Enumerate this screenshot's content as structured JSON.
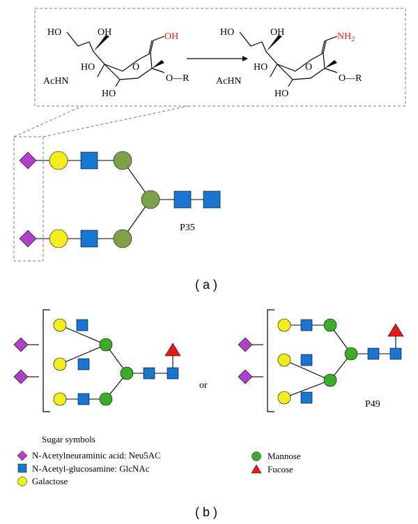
{
  "colors": {
    "neu5ac": "#b040c8",
    "glcnac": "#1a75d2",
    "galactose": "#f3ee1a",
    "mannose_a": "#7da24a",
    "mannose_b": "#3bae28",
    "fucose": "#e31a1a",
    "red_text": "#e0201b"
  },
  "panel_a": {
    "label": "( a )",
    "glycan_label": "P35",
    "reaction": {
      "left": {
        "ho_top": "HO",
        "oh_top": "OH",
        "acid": "OH",
        "achn": "AcHN",
        "ho_mid": "HO",
        "ho_bottom": "HO",
        "ring_o": "O",
        "o_r": "O—R"
      },
      "right": {
        "ho_top": "HO",
        "oh_top": "OH",
        "amide": "NH",
        "amide_sub": "2",
        "achn": "AcHN",
        "ho_mid": "HO",
        "ho_bottom": "HO",
        "ring_o": "O",
        "o_r": "O—R"
      }
    }
  },
  "panel_b": {
    "label": "( b )",
    "or_text": "or",
    "glycan_label": "P49",
    "legend_title": "Sugar symbols",
    "legend": {
      "neu5ac": "N-Acetylneuraminic acid: Neu5AC",
      "glcnac": "N-Acetyl-glucosamine: GlcNAc",
      "galactose": "Galactose",
      "mannose": "Mannose",
      "fucose": "Fucose"
    }
  }
}
